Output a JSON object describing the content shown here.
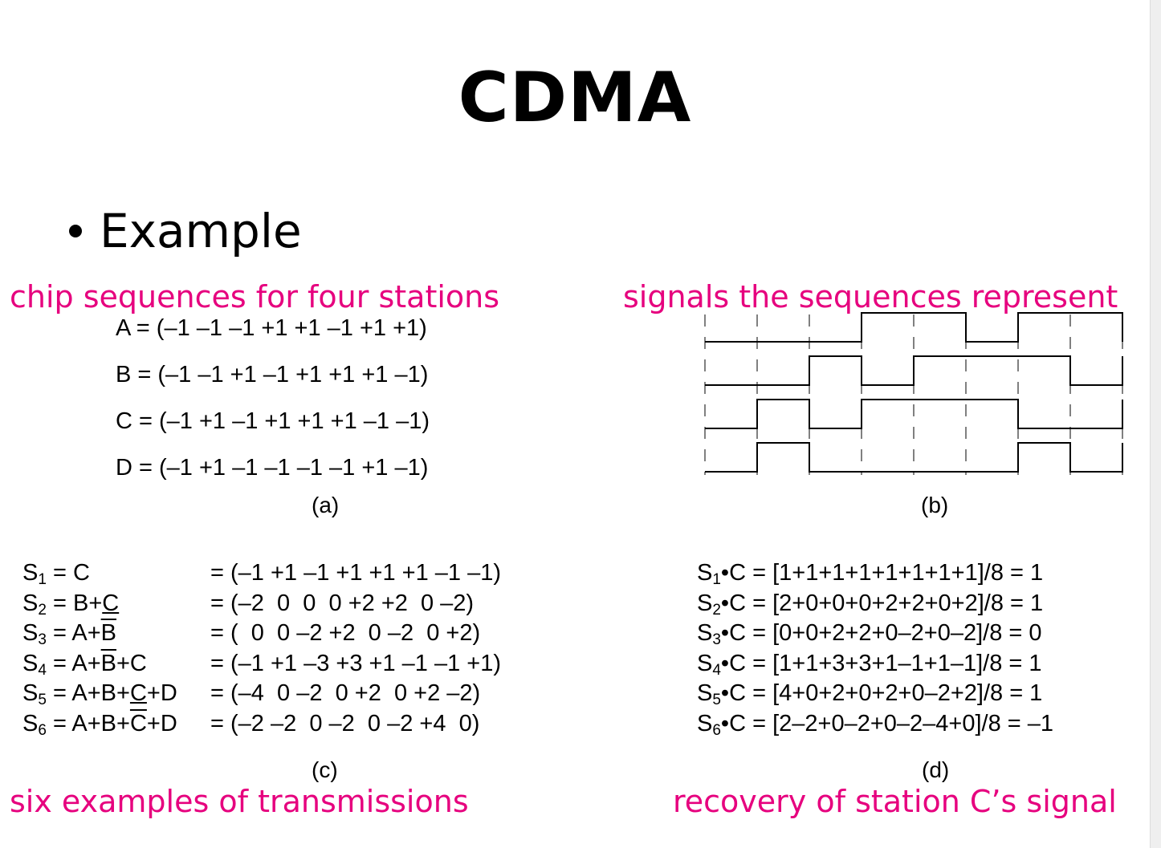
{
  "slide": {
    "title": "CDMA",
    "bullet": "Example"
  },
  "annotations": {
    "a": "chip sequences for four stations",
    "b": "signals the sequences represent",
    "c": "six examples of transmissions",
    "d": "recovery of station C’s signal"
  },
  "captions": {
    "a": "(a)",
    "b": "(b)",
    "c": "(c)",
    "d": "(d)"
  },
  "chip_sequences": [
    {
      "name": "A",
      "text": "A = (–1 –1 –1 +1 +1 –1 +1 +1)",
      "chips": [
        -1,
        -1,
        -1,
        1,
        1,
        -1,
        1,
        1
      ]
    },
    {
      "name": "B",
      "text": "B = (–1 –1 +1 –1 +1 +1 +1 –1)",
      "chips": [
        -1,
        -1,
        1,
        -1,
        1,
        1,
        1,
        -1
      ]
    },
    {
      "name": "C",
      "text": "C = (–1 +1 –1 +1 +1 +1 –1 –1)",
      "chips": [
        -1,
        1,
        -1,
        1,
        1,
        1,
        -1,
        -1
      ]
    },
    {
      "name": "D",
      "text": "D = (–1 +1 –1 –1 –1 –1 +1 –1)",
      "chips": [
        -1,
        1,
        -1,
        -1,
        -1,
        -1,
        1,
        -1
      ]
    }
  ],
  "transmissions": [
    {
      "s": "S",
      "sub": "1",
      "pre": " = C",
      "ovl": "",
      "post": "",
      "value": "= (–1 +1 –1 +1 +1 +1 –1 –1)"
    },
    {
      "s": "S",
      "sub": "2",
      "pre": " = B+",
      "ovl": "",
      "uln": "C",
      "post": "",
      "value": "= (–2  0  0  0 +2 +2  0 –2)"
    },
    {
      "s": "S",
      "sub": "3",
      "pre": " = A+",
      "ovl": "B",
      "post": "",
      "value": "= (  0  0 –2 +2  0 –2  0 +2)"
    },
    {
      "s": "S",
      "sub": "4",
      "pre": " = A+",
      "ovl": "B",
      "post": "+C",
      "value": "= (–1 +1 –3 +3 +1 –1 –1 +1)"
    },
    {
      "s": "S",
      "sub": "5",
      "pre": " = A+B+",
      "ovl": "",
      "uln": "C",
      "post": "+D",
      "value": "= (–4  0 –2  0 +2  0 +2 –2)"
    },
    {
      "s": "S",
      "sub": "6",
      "pre": " = A+B+",
      "ovl": "C",
      "post": "+D",
      "value": "= (–2 –2  0 –2  0 –2 +4  0)"
    }
  ],
  "recovery": [
    {
      "s": "S",
      "sub": "1",
      "text": "•C = [1+1+1+1+1+1+1+1]/8 = 1"
    },
    {
      "s": "S",
      "sub": "2",
      "text": "•C = [2+0+0+0+2+2+0+2]/8 = 1"
    },
    {
      "s": "S",
      "sub": "3",
      "text": "•C = [0+0+2+2+0–2+0–2]/8 = 0"
    },
    {
      "s": "S",
      "sub": "4",
      "text": "•C = [1+1+3+3+1–1+1–1]/8 = 1"
    },
    {
      "s": "S",
      "sub": "5",
      "text": "•C = [4+0+2+0+2+0–2+2]/8 = 1"
    },
    {
      "s": "S",
      "sub": "6",
      "text": "•C = [2–2+0–2+0–2–4+0]/8 = –1"
    }
  ]
}
